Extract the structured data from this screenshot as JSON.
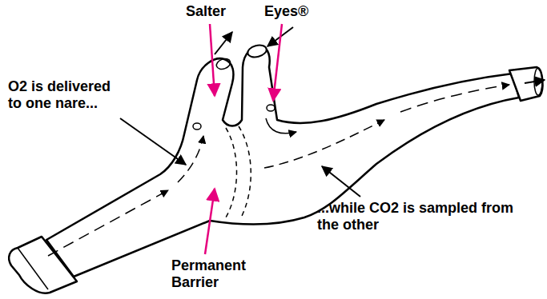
{
  "diagram": {
    "labels": [
      "Salter",
      "Eyes®",
      "O2 is delivered to one nare...",
      "...while CO2 is sampled from the other",
      "Permanent Barrier"
    ]
  }
}
